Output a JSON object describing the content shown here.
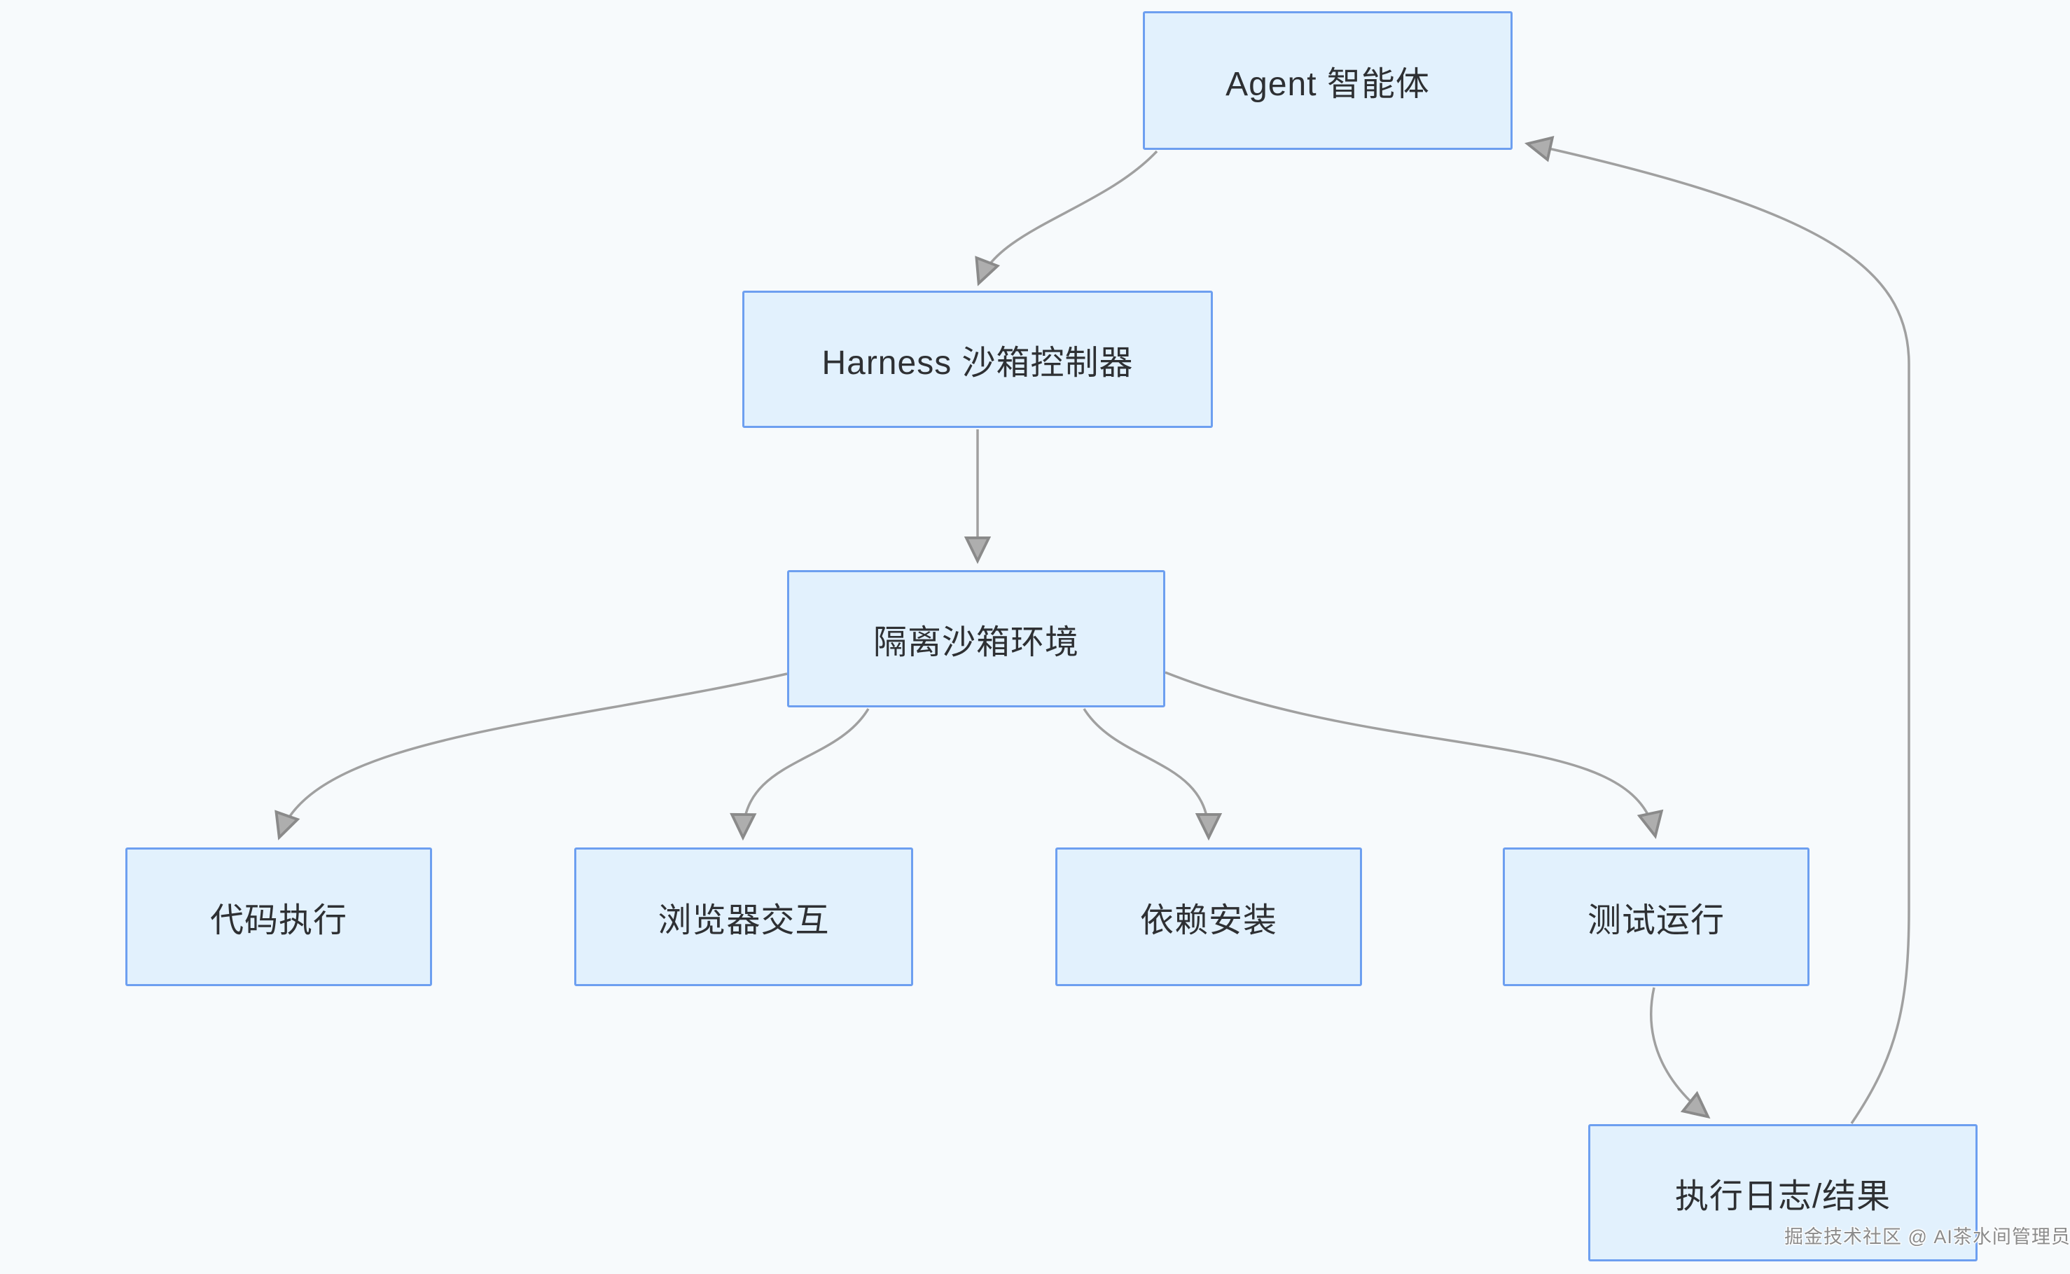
{
  "diagram": {
    "type": "flowchart",
    "background_color": "#f7fafc",
    "node_fill_color": "#e2f1fd",
    "node_border_color": "#6d9ff0",
    "arrow_color": "#a0a0a0",
    "text_color": "#2e3033",
    "nodes": {
      "agent": {
        "label": "Agent 智能体"
      },
      "harness": {
        "label": "Harness 沙箱控制器"
      },
      "sandbox": {
        "label": "隔离沙箱环境"
      },
      "code": {
        "label": "代码执行"
      },
      "browser": {
        "label": "浏览器交互"
      },
      "deps": {
        "label": "依赖安装"
      },
      "test": {
        "label": "测试运行"
      },
      "logs": {
        "label": "执行日志/结果"
      }
    },
    "edges": [
      {
        "from": "agent",
        "to": "harness"
      },
      {
        "from": "harness",
        "to": "sandbox"
      },
      {
        "from": "sandbox",
        "to": "code"
      },
      {
        "from": "sandbox",
        "to": "browser"
      },
      {
        "from": "sandbox",
        "to": "deps"
      },
      {
        "from": "sandbox",
        "to": "test"
      },
      {
        "from": "test",
        "to": "logs"
      },
      {
        "from": "logs",
        "to": "agent"
      }
    ]
  },
  "watermark": {
    "text": "掘金技术社区 @ AI茶水间管理员"
  }
}
